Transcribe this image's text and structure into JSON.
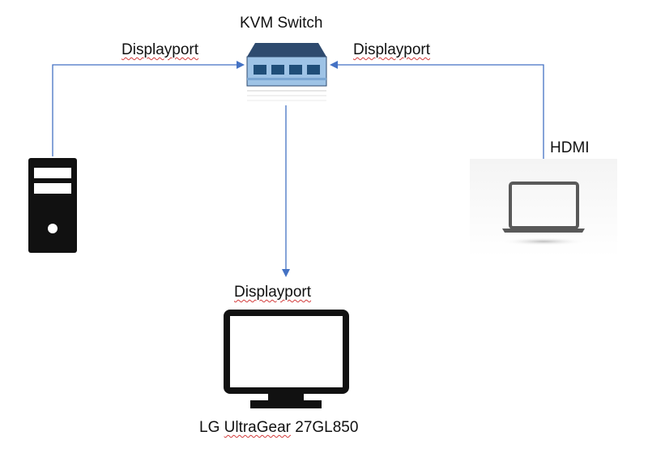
{
  "devices": {
    "kvm_switch": {
      "label": "KVM Switch"
    },
    "desktop_pc": {
      "icon": "desktop-tower-icon"
    },
    "laptop": {
      "icon": "laptop-icon"
    },
    "monitor": {
      "label": "LG UltraGear 27GL850",
      "icon": "monitor-icon"
    }
  },
  "connections": {
    "pc_to_kvm": {
      "label": "Displayport"
    },
    "laptop_to_kvm": {
      "label": "Displayport",
      "source_port_label": "HDMI"
    },
    "kvm_to_monitor": {
      "label": "Displayport"
    }
  },
  "colors": {
    "connector_line": "#4472c4",
    "kvm_body": "#2e4a6e",
    "kvm_front": "#9ec3e6",
    "kvm_port": "#1f4e79",
    "icon_dark": "#111111",
    "laptop_gray": "#595959",
    "underline_red": "#d23b3b"
  }
}
